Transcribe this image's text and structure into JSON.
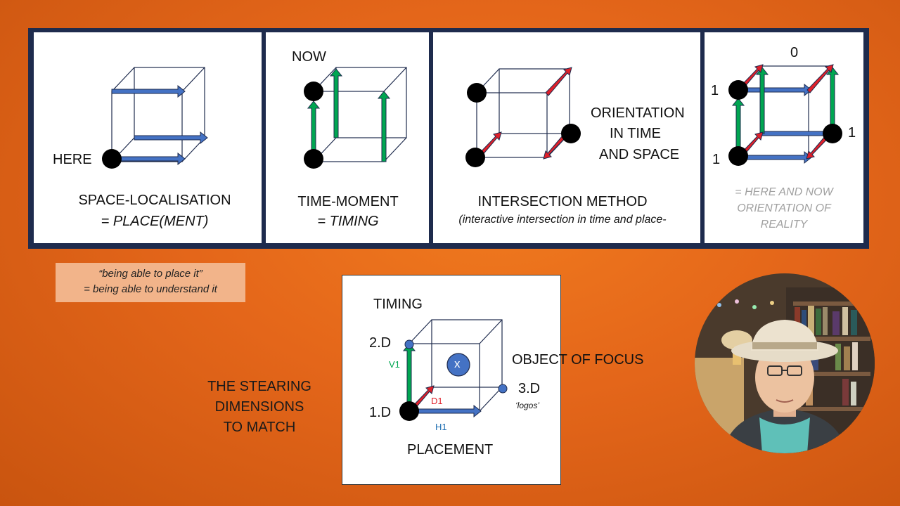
{
  "panels": [
    {
      "label_here": "HERE",
      "title": "SPACE-LOCALISATION",
      "subtitle": "= PLACE(MENT)"
    },
    {
      "label_now": "NOW",
      "title": "TIME-MOMENT",
      "subtitle": "= TIMING"
    },
    {
      "orientation_lines": [
        "ORIENTATION",
        "IN TIME",
        "AND SPACE"
      ],
      "title": "INTERSECTION METHOD",
      "subtitle": "(interactive intersection in time and place-"
    },
    {
      "top_label": "0",
      "left_top_label": "1",
      "left_bottom_label": "1",
      "right_label": "1",
      "caption_lines": [
        "= HERE AND NOW",
        "ORIENTATION OF",
        "REALITY"
      ]
    }
  ],
  "note": {
    "line1": "“being able to place it”",
    "line2": "= being able to understand it"
  },
  "steering": {
    "lines": [
      "THE STEARING",
      "DIMENSIONS",
      "TO MATCH"
    ]
  },
  "main_diagram": {
    "timing": "TIMING",
    "placement": "PLACEMENT",
    "object_of_focus": "OBJECT OF FOCUS",
    "d1": "1.D",
    "d2": "2.D",
    "d3": "3.D",
    "logos": "‘logos’",
    "v1": "V1",
    "d1_axis": "D1",
    "h1": "H1",
    "x": "x"
  },
  "colors": {
    "blue": "#4472c4",
    "green": "#00a651",
    "red": "#e0202a",
    "dark_blue": "#1e2b4d",
    "background": "#e8691a"
  },
  "icons": [
    "cube-diagram",
    "webcam-presenter"
  ]
}
